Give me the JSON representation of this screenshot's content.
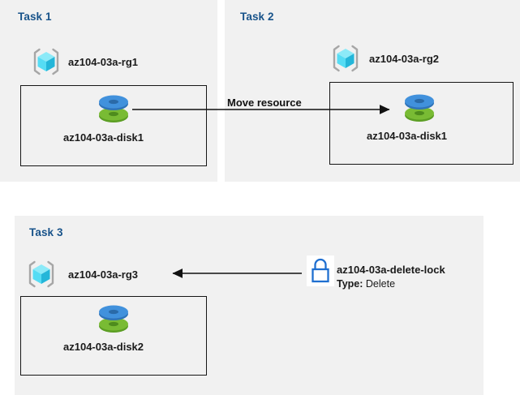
{
  "diagram": {
    "title": "Azure resource group tasks diagram",
    "colors": {
      "panel_background": "#f1f1f1",
      "page_background": "#ffffff",
      "heading": "#18538a",
      "outline": "#161616",
      "lock_blue": "#1f6fd0",
      "disk_blue": "#3f8fd8",
      "disk_green": "#74b82e",
      "cube_cyan": "#66e0f5",
      "cube_bracket": "#a6a6a6"
    },
    "panels": [
      {
        "id": "task1",
        "title": "Task 1",
        "resource_group": {
          "label": "az104-03a-rg1",
          "icon": "resource-group-cube-icon"
        },
        "resource": {
          "label": "az104-03a-disk1",
          "icon": "managed-disk-icon"
        }
      },
      {
        "id": "task2",
        "title": "Task 2",
        "resource_group": {
          "label": "az104-03a-rg2",
          "icon": "resource-group-cube-icon"
        },
        "resource": {
          "label": "az104-03a-disk1",
          "icon": "managed-disk-icon"
        }
      },
      {
        "id": "task3",
        "title": "Task 3",
        "resource_group": {
          "label": "az104-03a-rg3",
          "icon": "resource-group-cube-icon"
        },
        "resource": {
          "label": "az104-03a-disk2",
          "icon": "managed-disk-icon"
        },
        "lock": {
          "icon": "padlock-icon",
          "label": "az104-03a-delete-lock",
          "type_key": "Type:",
          "type_value": "Delete"
        }
      }
    ],
    "connectors": [
      {
        "id": "move-resource-arrow",
        "label": "Move resource",
        "from": "az104-03a-disk1",
        "to": "az104-03a-disk1",
        "direction": "left-to-right"
      },
      {
        "id": "lock-applies-arrow",
        "label": "",
        "from": "az104-03a-delete-lock",
        "to": "az104-03a-rg3",
        "direction": "right-to-left"
      }
    ]
  }
}
